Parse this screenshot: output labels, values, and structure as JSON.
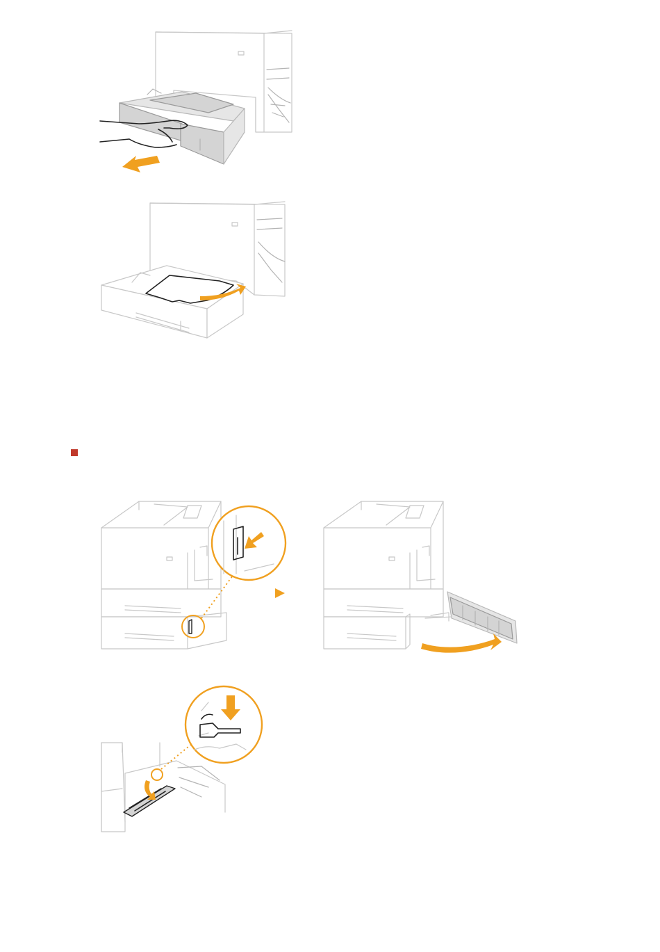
{
  "colors": {
    "accent_orange": "#f0a020",
    "section_marker": "#c0392b",
    "line_gray": "#c8c8c8"
  },
  "figures": [
    {
      "id": "fig1",
      "icon": "pull-out-paper-drawer-illustration"
    },
    {
      "id": "fig2",
      "icon": "remove-jammed-paper-illustration"
    },
    {
      "id": "fig3",
      "icon": "press-lever-open-right-cover-illustration"
    },
    {
      "id": "fig4",
      "icon": "open-right-cover-illustration"
    },
    {
      "id": "fig5",
      "icon": "lower-guide-remove-paper-illustration"
    }
  ],
  "step_arrow_icon": "triangle-right-icon",
  "section_marker_icon": "square-bullet-icon"
}
